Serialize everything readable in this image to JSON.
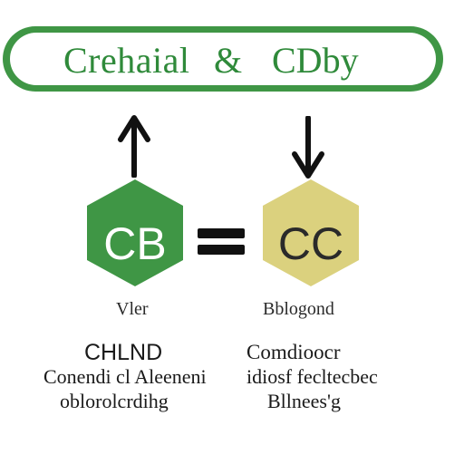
{
  "banner": {
    "title_left": "Crehaial",
    "title_amp": "&",
    "title_right": "CDby"
  },
  "colors": {
    "green": "#3f9645",
    "green_text": "#2f8a3a",
    "yellow_hex": "#dbd17e",
    "dark": "#111111"
  },
  "icons": {
    "left_arrow": "arrow-up-icon",
    "right_arrow": "arrow-down-icon",
    "equals": "equals-sign-icon"
  },
  "nodes": {
    "left": {
      "label": "CB",
      "caption": "Vler"
    },
    "right": {
      "label": "CC",
      "caption": "Bblogond"
    }
  },
  "descriptions": {
    "left": [
      "CHLND",
      "Conendi cl Aleeneni",
      "oblorolcrdihg"
    ],
    "right": [
      "Comdioocr",
      "idiosf fecltecbec",
      "Bllnees'g"
    ]
  }
}
